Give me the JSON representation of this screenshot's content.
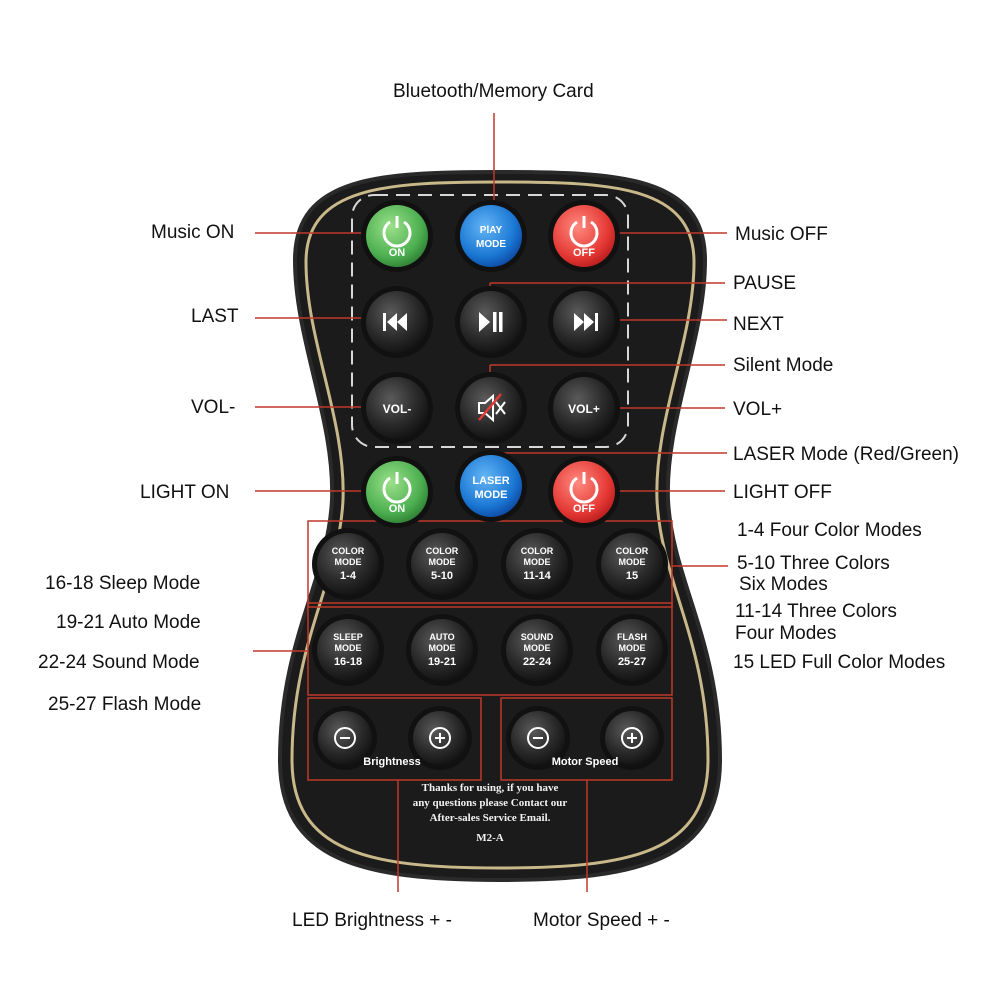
{
  "colors": {
    "leader": "#c0392b",
    "remote_body": "#1b1b1b",
    "gold_trim": "#c9b98a",
    "green": "#4caf50",
    "blue": "#1976d2",
    "red": "#e53935"
  },
  "labels": {
    "bluetooth": "Bluetooth/Memory Card",
    "music_on": "Music ON",
    "music_off": "Music OFF",
    "pause": "PAUSE",
    "last": "LAST",
    "next": "NEXT",
    "silent": "Silent Mode",
    "vol_minus": "VOL-",
    "vol_plus": "VOL+",
    "laser": "LASER Mode (Red/Green)",
    "light_on": "LIGHT ON",
    "light_off": "LIGHT OFF",
    "color_1_4": "1-4 Four Color Modes",
    "color_5_10_a": "5-10 Three Colors",
    "color_5_10_b": "Six Modes",
    "color_11_14_a": "11-14 Three Colors",
    "color_11_14_b": "Four Modes",
    "color_15": "15 LED Full Color Modes",
    "sleep": "16-18 Sleep Mode",
    "auto": "19-21 Auto Mode",
    "sound": "22-24 Sound Mode",
    "flash": "25-27 Flash Mode",
    "brightness": "LED Brightness + -",
    "motor": "Motor Speed + -"
  },
  "remote": {
    "on_top": "ON",
    "play_mode_1": "PlAY",
    "play_mode_2": "MODE",
    "off_top": "OFF",
    "vol_minus": "VOL-",
    "vol_plus": "VOL+",
    "on_light": "ON",
    "laser_1": "LASER",
    "laser_2": "MODE",
    "off_light": "OFF",
    "color_buttons": [
      {
        "l1": "COLOR",
        "l2": "MODE",
        "l3": "1-4"
      },
      {
        "l1": "COLOR",
        "l2": "MODE",
        "l3": "5-10"
      },
      {
        "l1": "COLOR",
        "l2": "MODE",
        "l3": "11-14"
      },
      {
        "l1": "COLOR",
        "l2": "MODE",
        "l3": "15"
      }
    ],
    "mode_buttons": [
      {
        "l1": "SLEEP",
        "l2": "MODE",
        "l3": "16-18"
      },
      {
        "l1": "AUTO",
        "l2": "MODE",
        "l3": "19-21"
      },
      {
        "l1": "SOUND",
        "l2": "MODE",
        "l3": "22-24"
      },
      {
        "l1": "FLASH",
        "l2": "MODE",
        "l3": "25-27"
      }
    ],
    "brightness_label": "Brightness",
    "motor_label": "Motor Speed",
    "footer_1": "Thanks for using, if you have",
    "footer_2": "any questions please Contact our",
    "footer_3": "After-sales Service Email.",
    "model": "M2-A"
  }
}
